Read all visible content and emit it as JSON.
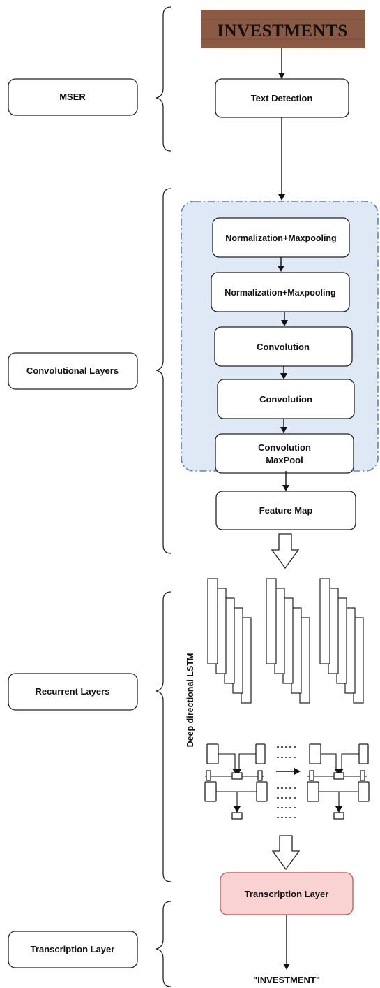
{
  "sections": {
    "mser": "MSER",
    "conv": "Convolutional Layers",
    "recurrent": "Recurrent Layers",
    "transcription": "Transcription Layer"
  },
  "banner": {
    "text": "INVESTMENTS",
    "bg_color": "#8a5a44",
    "text_color": "#e9e4de"
  },
  "flow": {
    "text_detection": "Text Detection",
    "norm_1": "Normalization+Maxpooling",
    "norm_2": "Normalization+Maxpooling",
    "conv_1": "Convolution",
    "conv_2": "Convolution",
    "conv_3_line1": "Convolution",
    "conv_3_line2": "MaxPool",
    "feature_map": "Feature Map",
    "transcription_layer": "Transcription Layer",
    "output": "\"INVESTMENT\""
  },
  "lstm_label": "Deep directional LSTM",
  "colors": {
    "conv_region_fill": "#dfe8f5",
    "conv_region_border": "#5b82c0",
    "transcription_fill": "#f8d3d1",
    "transcription_border": "#c9605a"
  }
}
